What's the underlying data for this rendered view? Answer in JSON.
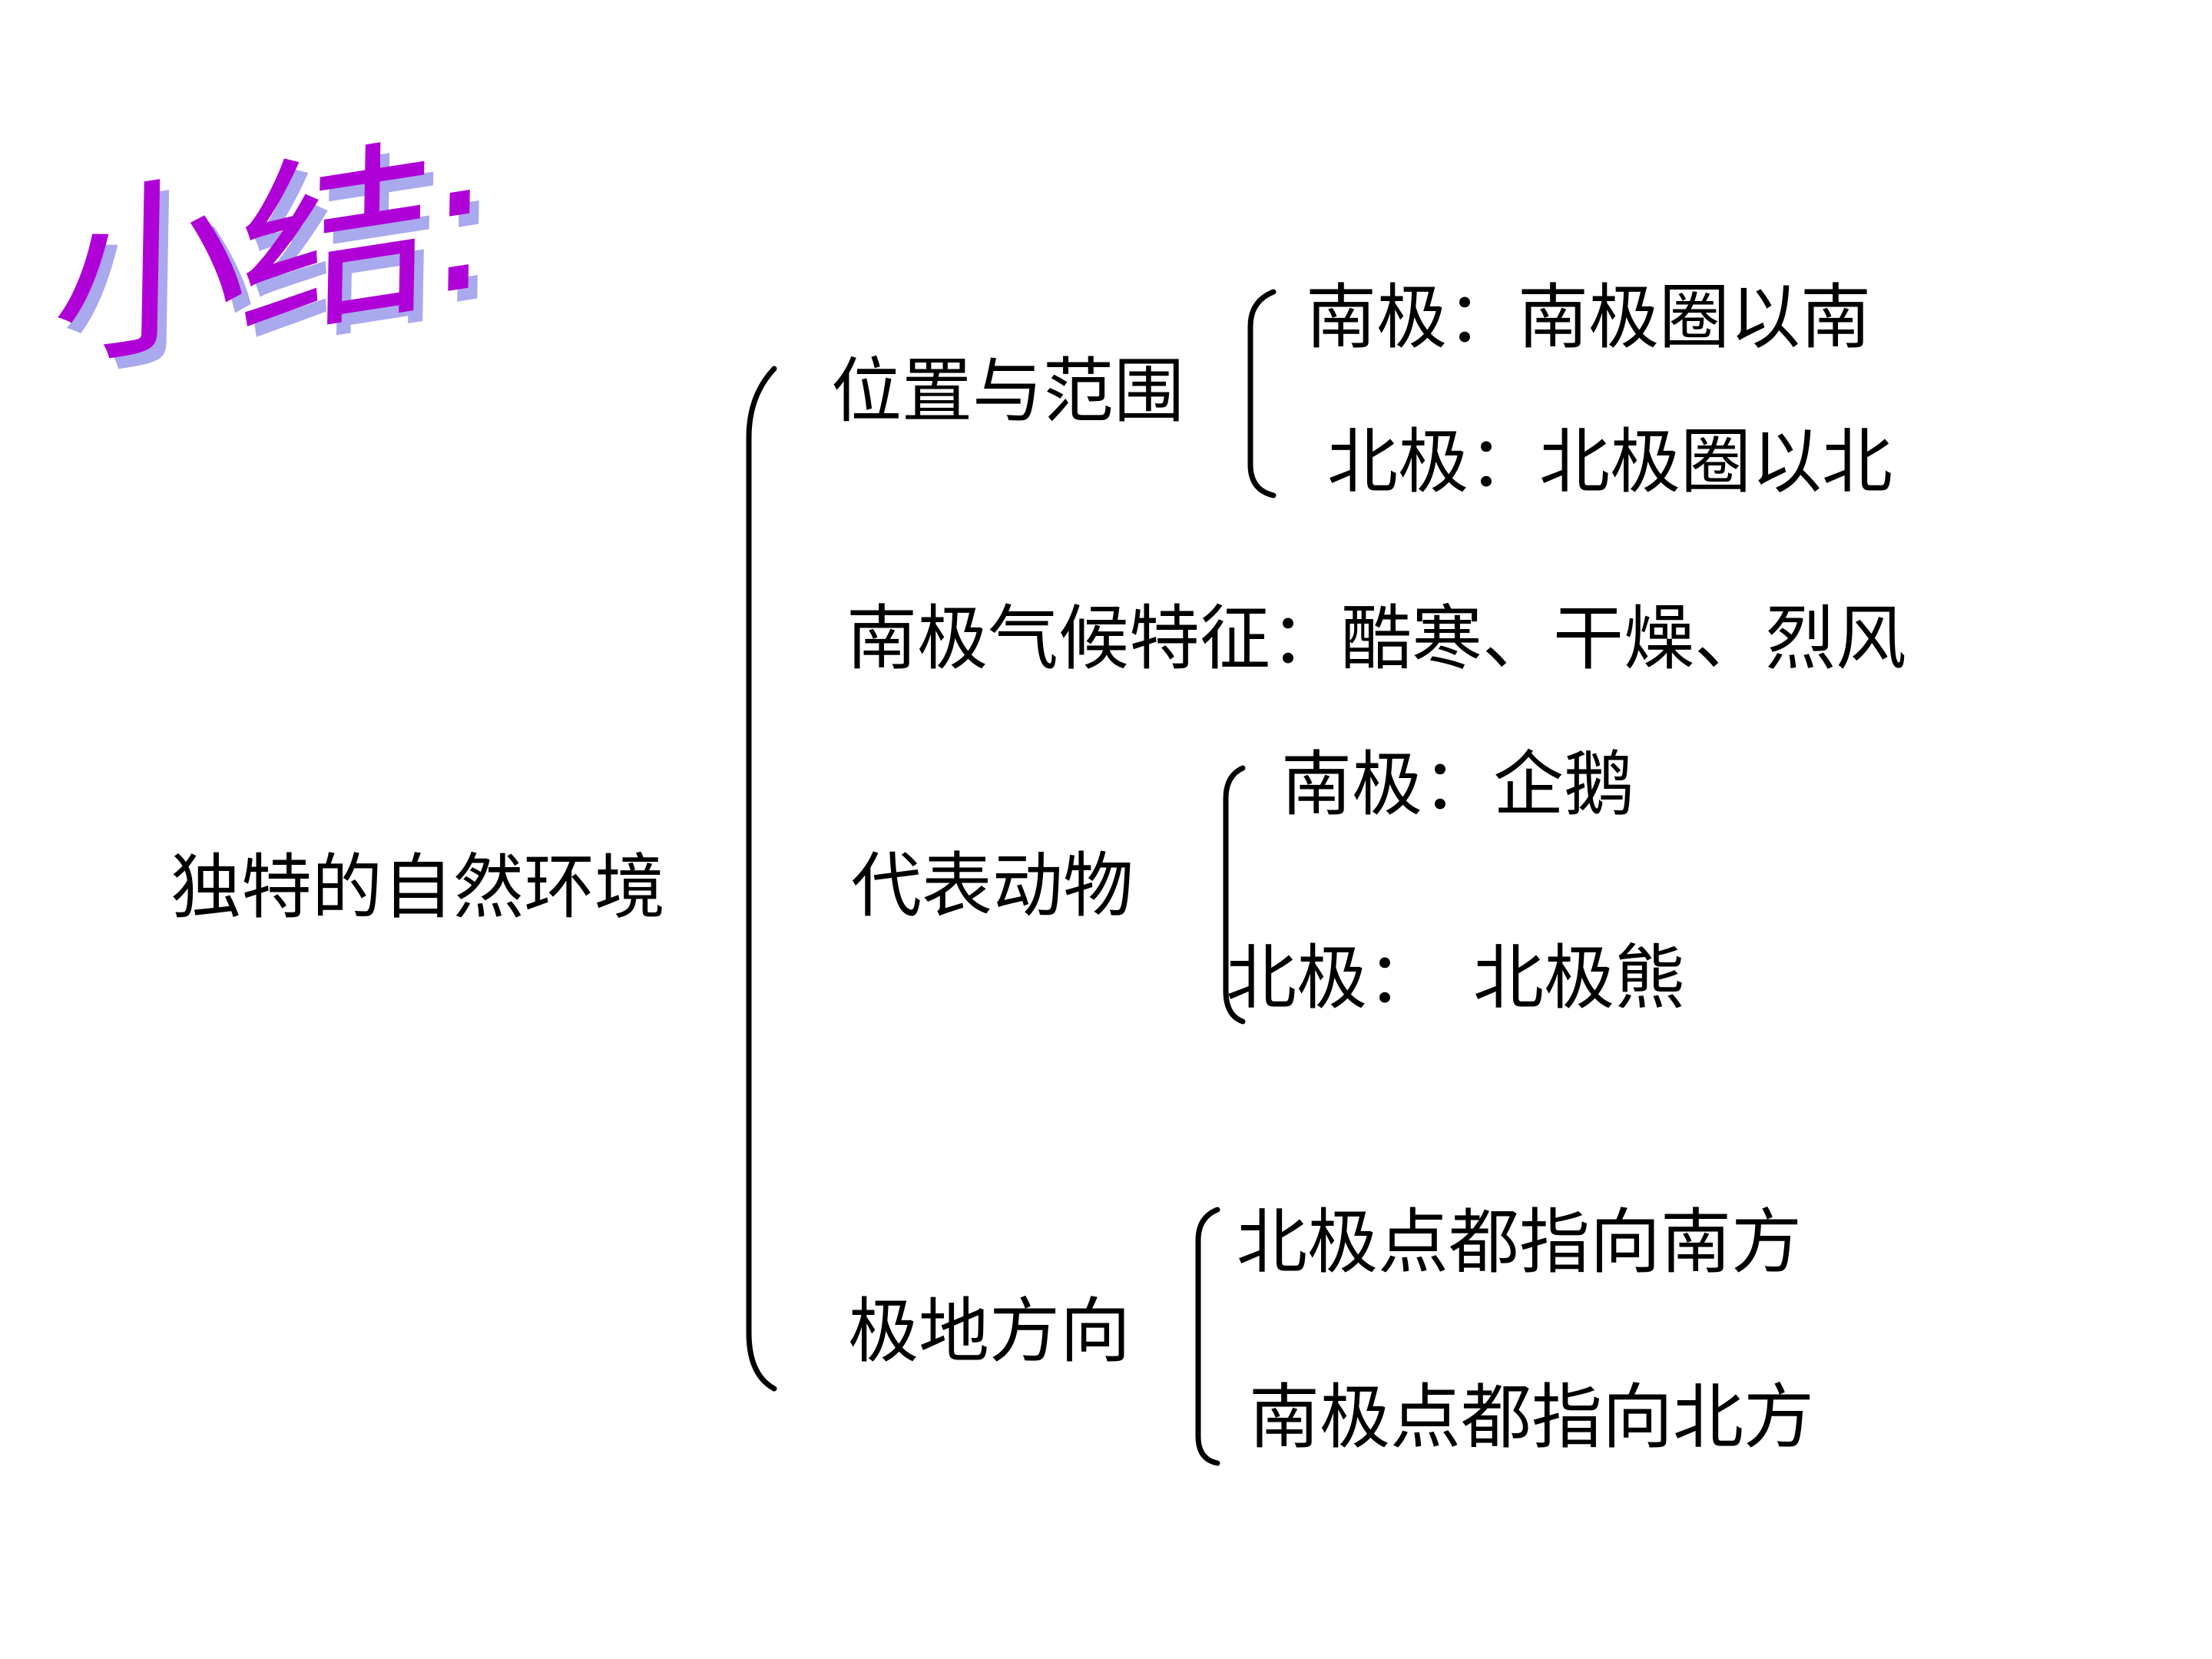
{
  "title": "小结:",
  "root": "独特的自然环境",
  "branches": [
    {
      "label": "位置与范围",
      "items": [
        "南极：南极圈以南",
        "北极：北极圈以北"
      ]
    },
    {
      "label": "南极气候特征：酷寒、干燥、烈风",
      "items": []
    },
    {
      "label": "代表动物",
      "items": [
        "南极：企鹅",
        "北极：　北极熊"
      ]
    },
    {
      "label": "极地方向",
      "items": [
        "北极点都指向南方",
        "南极点都指向北方"
      ]
    }
  ],
  "colors": {
    "title": "#b000d8",
    "title_shadow": "#a9a9ee",
    "text": "#000000",
    "background": "#ffffff"
  }
}
